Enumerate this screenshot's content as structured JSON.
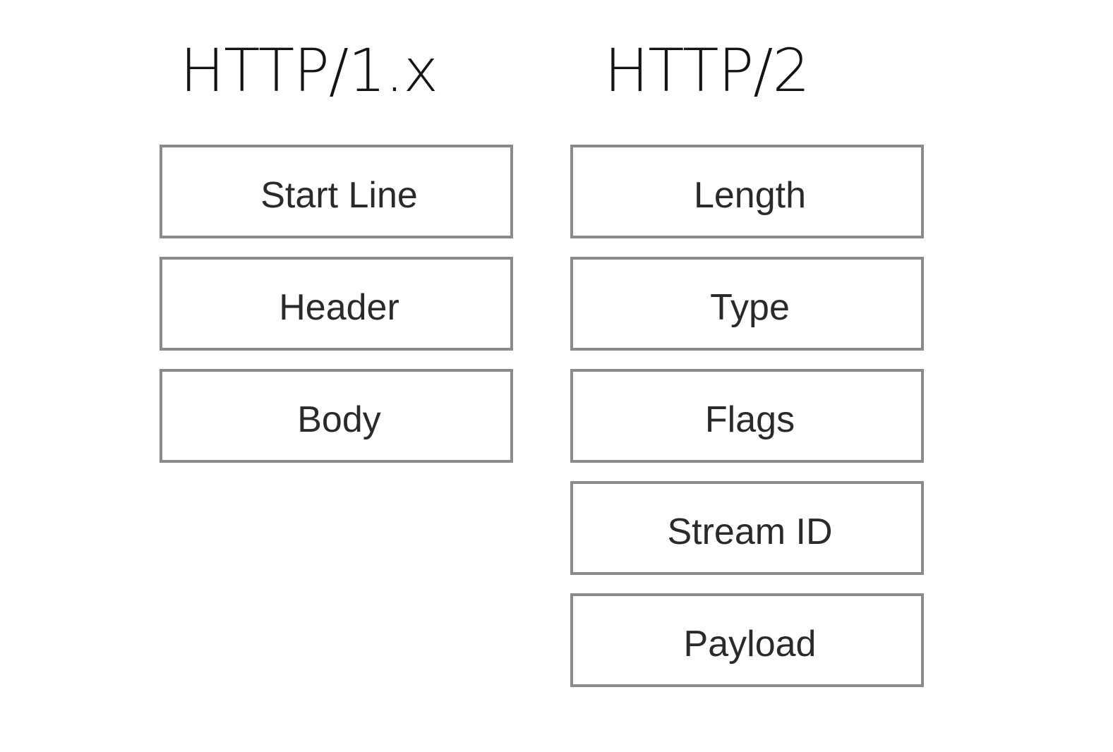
{
  "http1": {
    "title": "HTTP/1.x",
    "fields": [
      "Start Line",
      "Header",
      "Body"
    ]
  },
  "http2": {
    "title": "HTTP/2",
    "fields": [
      "Length",
      "Type",
      "Flags",
      "Stream ID",
      "Payload"
    ]
  },
  "colors": {
    "box_border": "#8a8a8a",
    "text": "#2a2a2a",
    "background": "#ffffff"
  }
}
